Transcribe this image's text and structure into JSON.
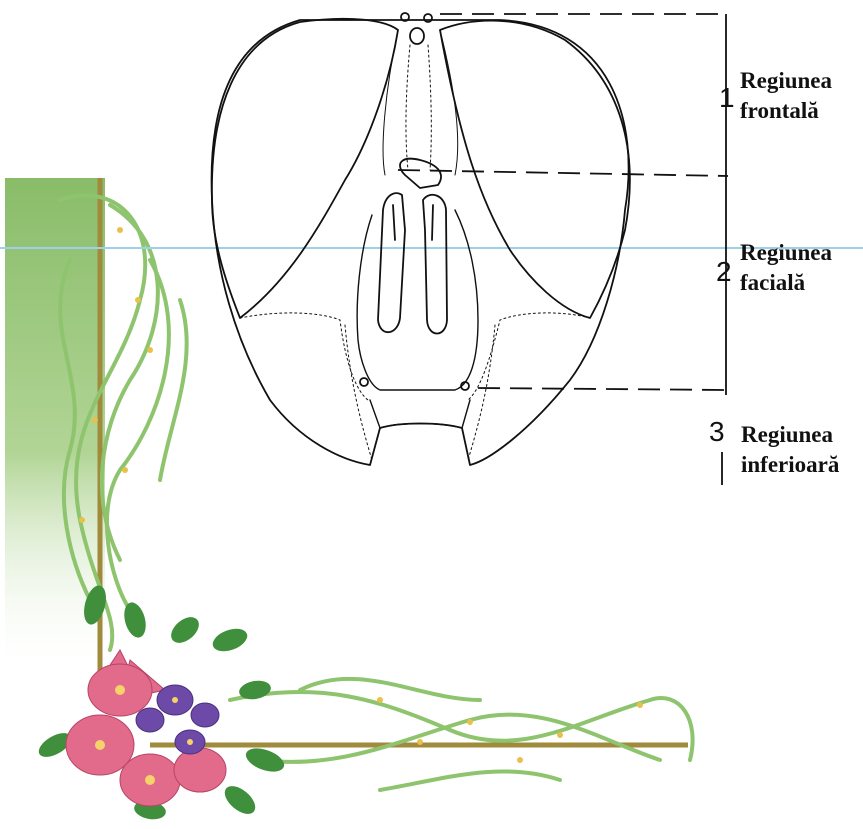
{
  "regions": [
    {
      "number": "1",
      "line1": "Regiunea",
      "line2": "frontală"
    },
    {
      "number": "2",
      "line1": "Regiunea",
      "line2": "facială"
    },
    {
      "number": "3",
      "line1": "Regiunea",
      "line2": "inferioară"
    }
  ],
  "colors": {
    "ink": "#111111",
    "guide_line": "#9fd0ea",
    "frame_green": "#8bc064",
    "frame_gold": "#a08a3c",
    "vine": "#8fc46e",
    "flower_pink": "#e26a8a",
    "flower_purple": "#6d4aa8"
  }
}
